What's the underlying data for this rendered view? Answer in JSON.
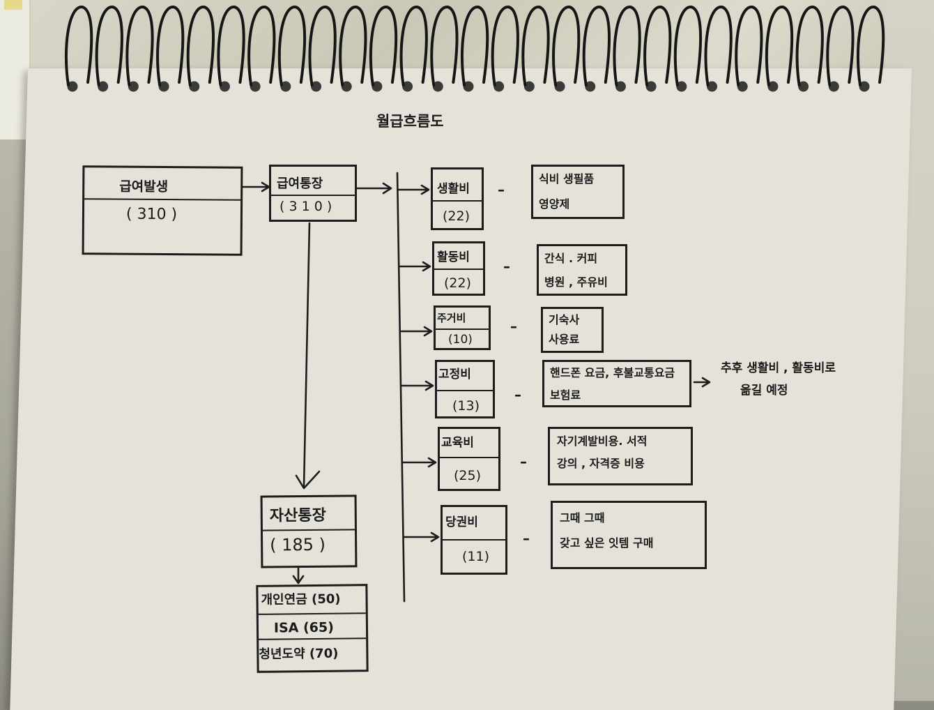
{
  "title": "월급흐름도",
  "source": {
    "name": "급여발생",
    "amount": "( 310 )"
  },
  "salary_account": {
    "name": "급여통장",
    "amount": "( 3 1 0 )"
  },
  "asset_account": {
    "name": "자산통장",
    "amount": "( 185 )"
  },
  "asset_items": [
    "개인연금 (50)",
    "ISA (65)",
    "청년도약 (70)"
  ],
  "categories": [
    {
      "name": "생활비",
      "amount": "(22)",
      "desc": [
        "식비 생필품",
        "영양제"
      ]
    },
    {
      "name": "활동비",
      "amount": "(22)",
      "desc": [
        "간식 . 커피",
        "병원 , 주유비"
      ]
    },
    {
      "name": "주거비",
      "amount": "(10)",
      "desc": [
        "기숙사",
        "사용료"
      ]
    },
    {
      "name": "고정비",
      "amount": "(13)",
      "desc": [
        "핸드폰 요금, 후불교통요금",
        "보험료"
      ]
    },
    {
      "name": "교육비",
      "amount": "(25)",
      "desc": [
        "자기계발비용. 서적",
        "강의 , 자격증 비용"
      ]
    },
    {
      "name": "당권비",
      "amount": "(11)",
      "desc": [
        "그때 그때",
        "갖고 싶은 잇템 구매"
      ]
    }
  ],
  "dash_symbol": "–",
  "note": [
    "추후 생활비 , 활동비로",
    "옮길 예정"
  ]
}
